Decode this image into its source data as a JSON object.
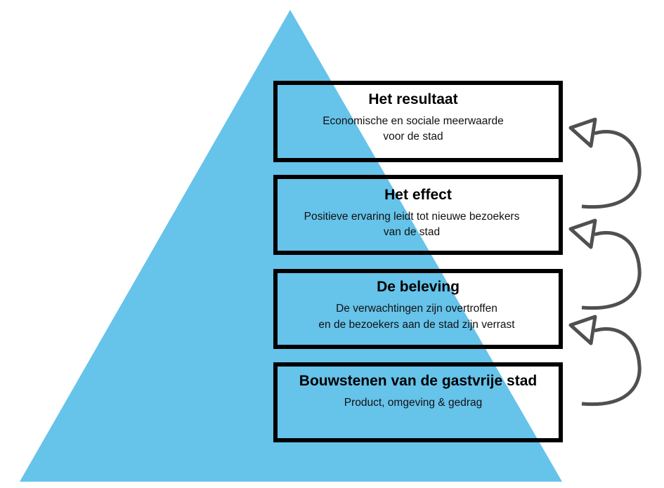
{
  "colors": {
    "pyramid": "#66C3EA",
    "box_border": "#000000",
    "arrow": "#505050"
  },
  "levels": [
    {
      "title": "Het resultaat",
      "lines": [
        "Economische en sociale meerwaarde",
        "voor de stad"
      ]
    },
    {
      "title": "Het effect",
      "lines": [
        "Positieve ervaring leidt tot nieuwe bezoekers",
        "van de stad"
      ]
    },
    {
      "title": "De beleving",
      "lines": [
        "De verwachtingen zijn overtroffen",
        "en de bezoekers aan de stad zijn verrast"
      ]
    },
    {
      "title": "Bouwstenen van de gastvrije stad",
      "lines": [
        "Product, omgeving & gedrag"
      ]
    }
  ],
  "arrows": [
    {
      "icon": "curved-up-arrow-icon"
    },
    {
      "icon": "curved-up-arrow-icon"
    },
    {
      "icon": "curved-up-arrow-icon"
    }
  ]
}
